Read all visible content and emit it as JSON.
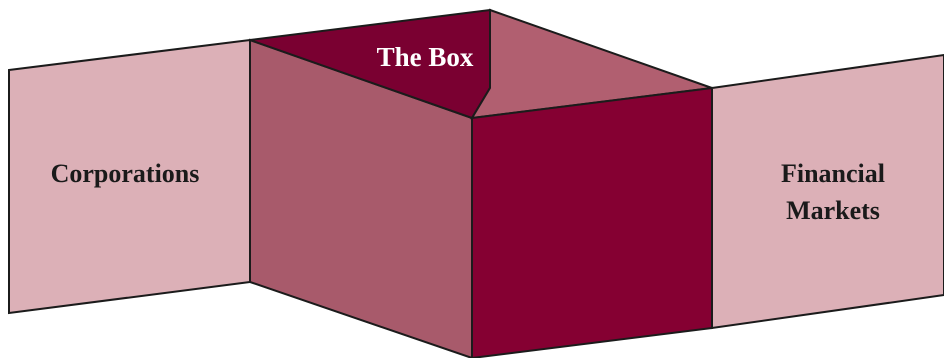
{
  "diagram": {
    "box_label": "The Box",
    "left_panel_label": "Corporations",
    "right_panel_label_line1": "Financial",
    "right_panel_label_line2": "Markets"
  },
  "colors": {
    "outer_panel": "#dcb0b7",
    "box_side_light": "#a85a6b",
    "box_side_dark": "#850032",
    "box_top_dark": "#7a0031",
    "box_top_light": "#b15f70",
    "stroke": "#1b1b1b",
    "text_dark": "#1a1a1a",
    "text_light": "#ffffff"
  }
}
